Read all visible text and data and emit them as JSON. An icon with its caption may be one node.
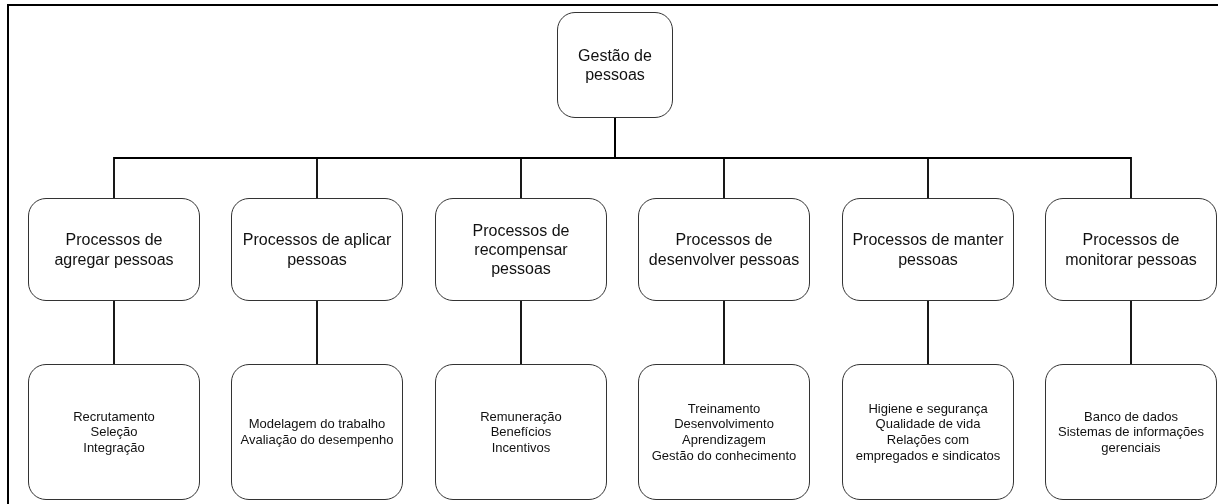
{
  "diagram": {
    "nodes": [
      {
        "text": [
          "Gestão de pessoas"
        ]
      },
      {
        "text": [
          "Processos de agregar pessoas"
        ]
      },
      {
        "text": [
          "Processos de aplicar pessoas"
        ]
      },
      {
        "text": [
          "Processos de recompensar pessoas"
        ]
      },
      {
        "text": [
          "Processos de desenvolver pessoas"
        ]
      },
      {
        "text": [
          "Processos de manter pessoas"
        ]
      },
      {
        "text": [
          "Processos de monitorar pessoas"
        ]
      },
      {
        "text": [
          "Recrutamento",
          "Seleção",
          "Integração"
        ]
      },
      {
        "text": [
          "Modelagem do trabalho",
          "Avaliação do desempenho"
        ]
      },
      {
        "text": [
          "Remuneração",
          "Benefícios",
          "Incentivos"
        ]
      },
      {
        "text": [
          "Treinamento",
          "Desenvolvimento",
          "Aprendizagem",
          "Gestão do conhecimento"
        ]
      },
      {
        "text": [
          "Higiene e segurança",
          "Qualidade de vida",
          "Relações com empregados e sindicatos"
        ]
      },
      {
        "text": [
          "Banco de dados",
          "Sistemas de informações gerenciais"
        ]
      }
    ],
    "edges": [
      {
        "from": 0,
        "to": 1,
        "arrow": "none"
      },
      {
        "from": 0,
        "to": 2,
        "arrow": "none"
      },
      {
        "from": 0,
        "to": 3,
        "arrow": "none"
      },
      {
        "from": 0,
        "to": 4,
        "arrow": "none"
      },
      {
        "from": 0,
        "to": 5,
        "arrow": "none"
      },
      {
        "from": 0,
        "to": 6,
        "arrow": "none"
      },
      {
        "from": 1,
        "to": 7,
        "arrow": "none"
      },
      {
        "from": 2,
        "to": 8,
        "arrow": "none"
      },
      {
        "from": 3,
        "to": 9,
        "arrow": "none"
      },
      {
        "from": 4,
        "to": 10,
        "arrow": "none"
      },
      {
        "from": 5,
        "to": 11,
        "arrow": "none"
      },
      {
        "from": 6,
        "to": 12,
        "arrow": "none"
      }
    ]
  }
}
